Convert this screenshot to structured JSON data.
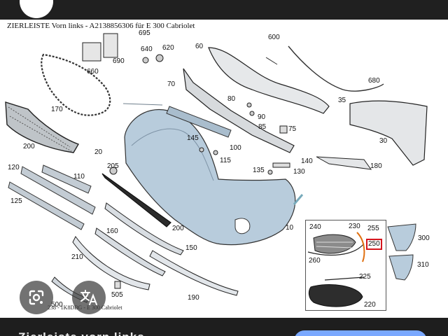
{
  "header": {
    "title": "ZIERLEISTE Vorn links - A2138856306 für E 300 Cabriolet"
  },
  "footer": {
    "caption": "238 - 1K8DBG - E 300 Cabriolet"
  },
  "labels": {
    "l600": "600",
    "l695": "695",
    "l640": "640",
    "l620": "620",
    "l660": "660",
    "l690": "690",
    "l60": "60",
    "l680": "680",
    "l70": "70",
    "l80": "80",
    "l35": "35",
    "l90": "90",
    "l85": "85",
    "l75": "75",
    "l30": "30",
    "l170": "170",
    "l145": "145",
    "l100": "100",
    "l200a": "200",
    "l20": "20",
    "l115": "115",
    "l140": "140",
    "l180": "180",
    "l205": "205",
    "l120": "120",
    "l110": "110",
    "l135": "135",
    "l130": "130",
    "l125": "125",
    "l10": "10",
    "l200b": "200",
    "l240": "240",
    "l230": "230",
    "l255": "255",
    "l300": "300",
    "l160": "160",
    "l150": "150",
    "l250": "250",
    "l260": "260",
    "l310": "310",
    "l210": "210",
    "l225": "225",
    "l505": "505",
    "l190": "190",
    "l500": "500",
    "l220": "220"
  },
  "icons": {
    "lens": "google-lens-icon",
    "translate": "translate-icon"
  },
  "bottom": {
    "cut_text": "Zierleiste vorn links"
  }
}
